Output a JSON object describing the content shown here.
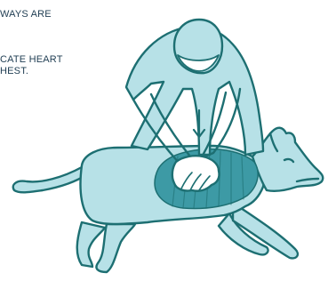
{
  "captions": {
    "line1": "WAYS ARE",
    "line2": "CATE HEART",
    "line3": "HEST."
  },
  "illustration": {
    "subject_icon": "person-performing-cpr-on-dog-icon",
    "colors": {
      "outline": "#1d6f72",
      "fill_light": "#b7e1e7",
      "fill_dark": "#3d9aa5",
      "text": "#1f3d52"
    }
  }
}
